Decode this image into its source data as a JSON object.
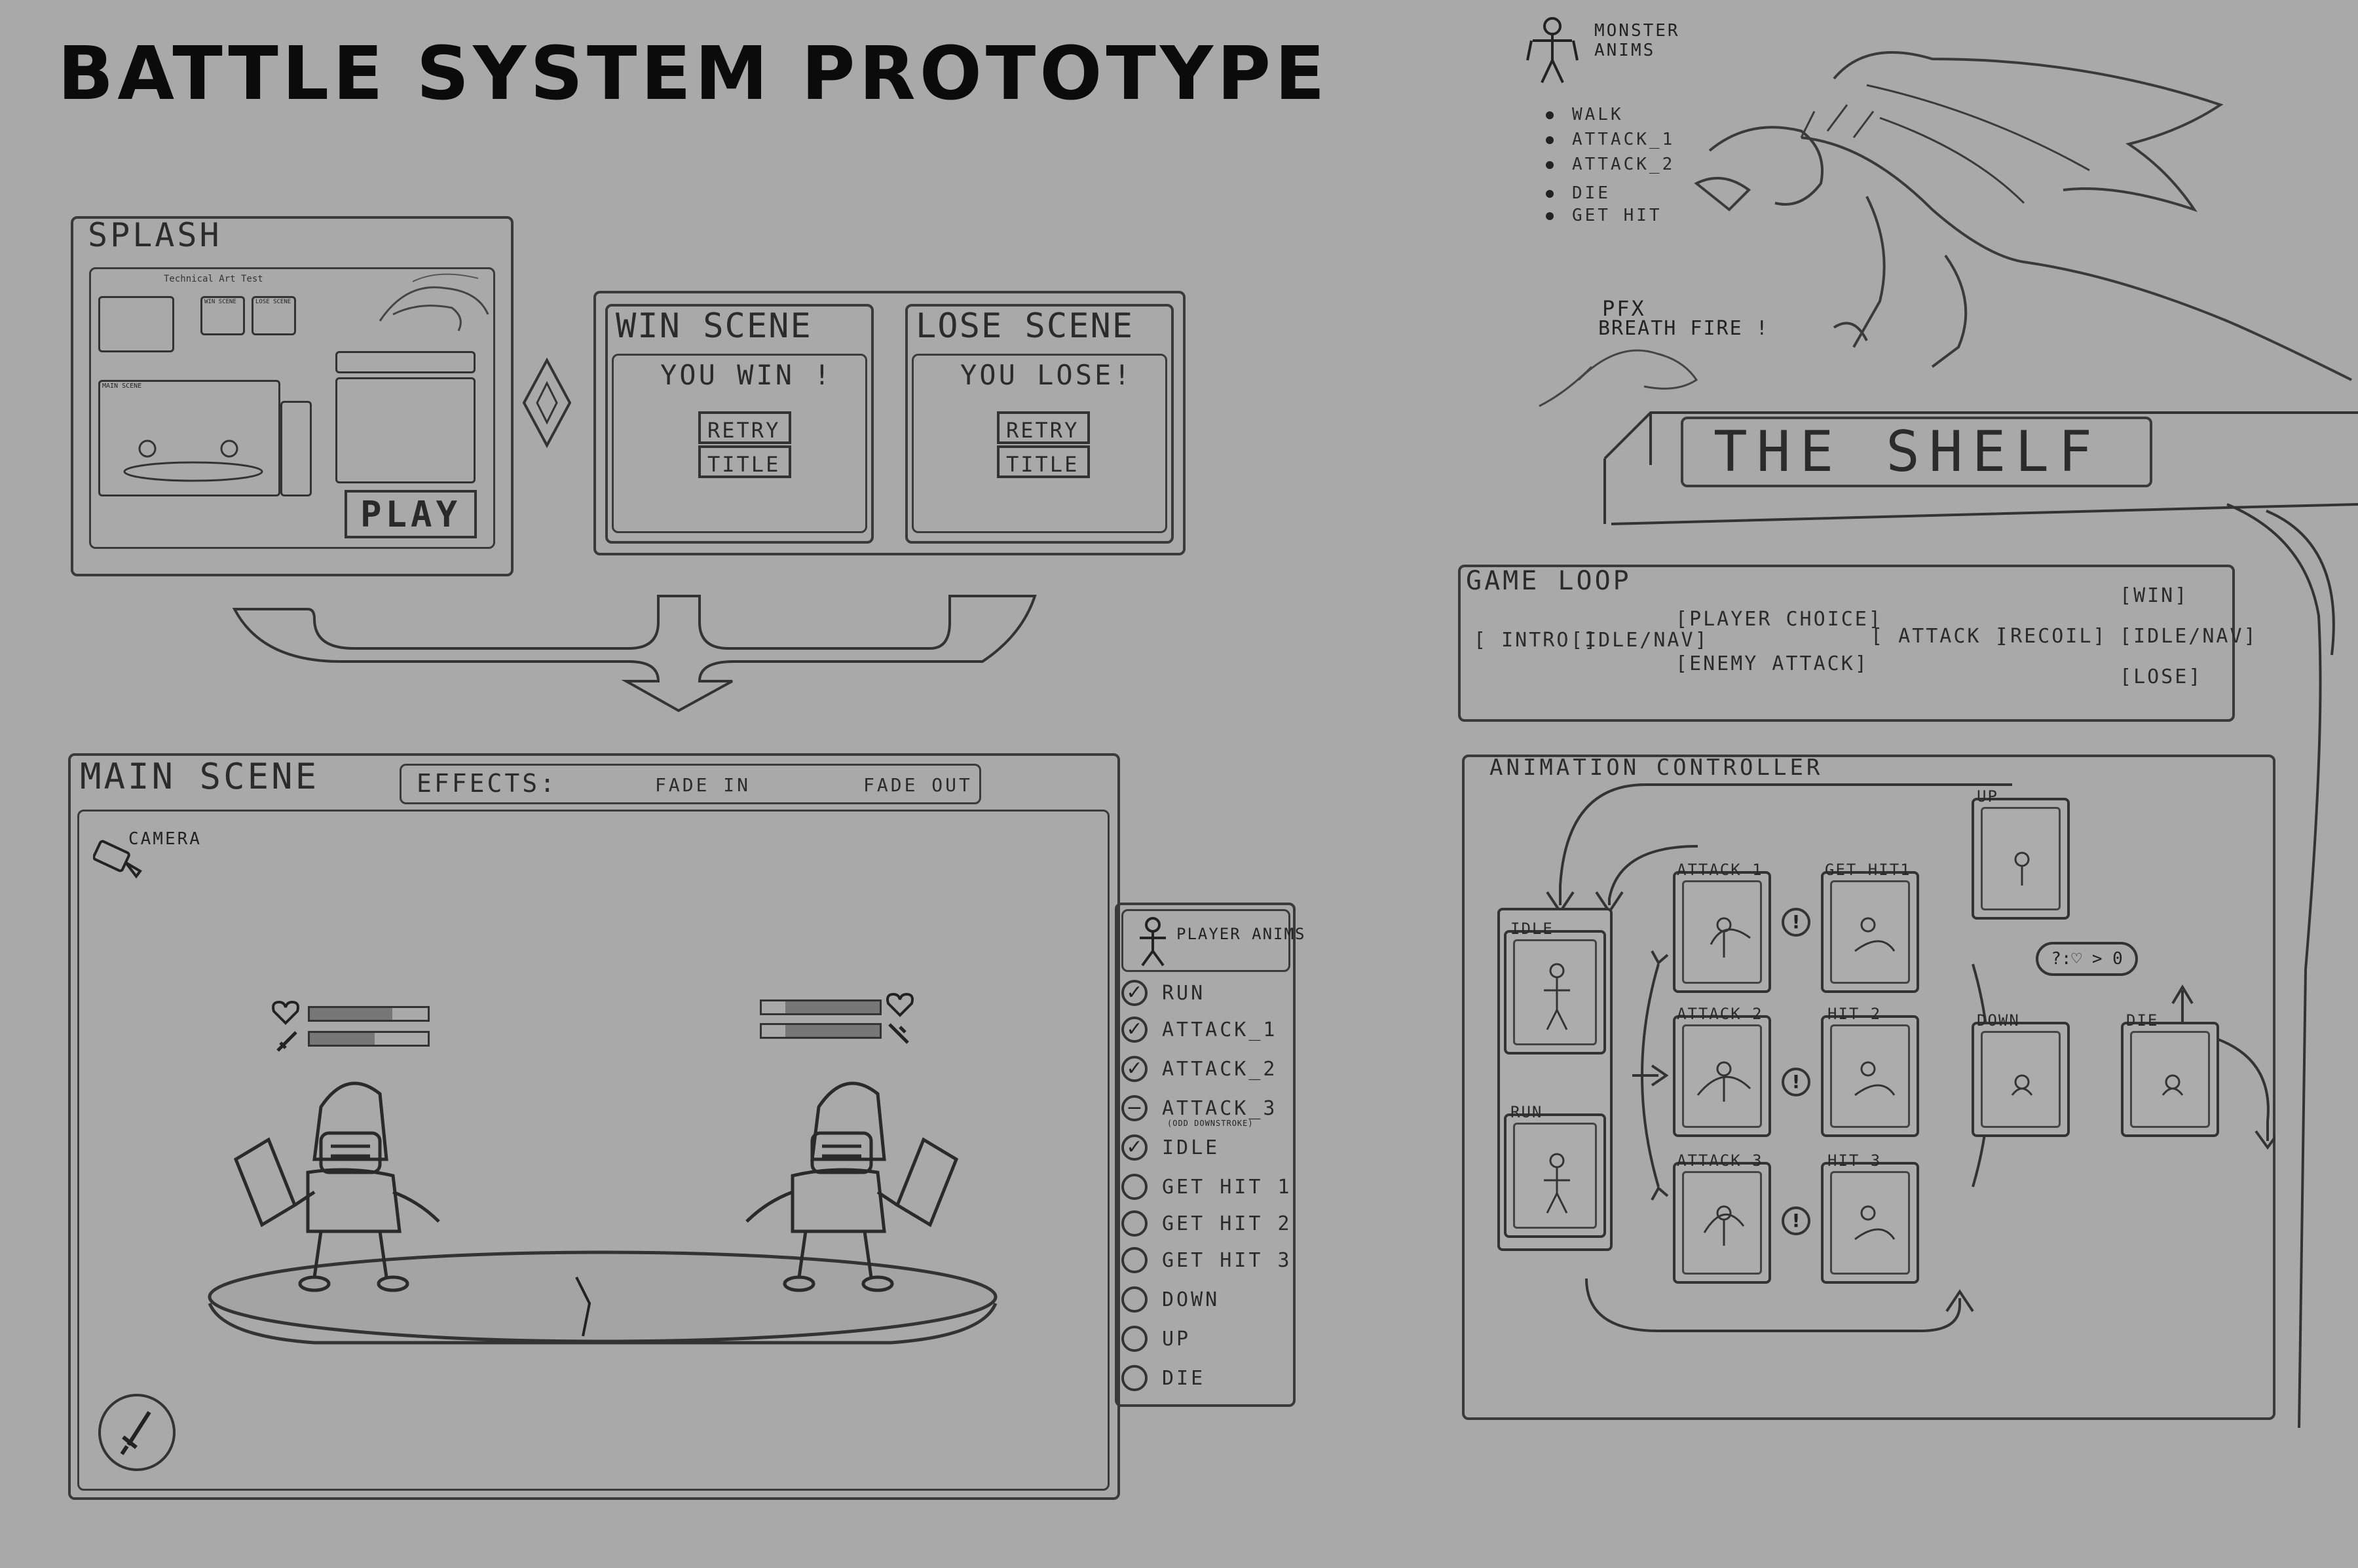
{
  "title": "BATTLE SYSTEM PROTOTYPE",
  "splash": {
    "label": "SPLASH",
    "thumb_title": "Technical Art Test",
    "thumb_win": "WIN SCENE",
    "thumb_lose": "LOSE SCENE",
    "thumb_main": "MAIN SCENE",
    "play_button": "PLAY"
  },
  "win_scene": {
    "label": "WIN SCENE",
    "message": "YOU WIN !",
    "retry": "RETRY",
    "title_btn": "TITLE"
  },
  "lose_scene": {
    "label": "LOSE SCENE",
    "message": "YOU LOSE!",
    "retry": "RETRY",
    "title_btn": "TITLE"
  },
  "main_scene": {
    "label": "MAIN SCENE",
    "effects_label": "EFFECTS:",
    "fade_in": "FADE IN",
    "fade_out": "FADE OUT",
    "camera": "CAMERA"
  },
  "player_anims": {
    "header": "PLAYER ANIMS",
    "items": [
      {
        "label": "RUN",
        "done": true
      },
      {
        "label": "ATTACK_1",
        "done": true
      },
      {
        "label": "ATTACK_2",
        "done": true
      },
      {
        "label": "ATTACK_3",
        "note": "(ODD DOWNSTROKE)",
        "done": false,
        "partial": true
      },
      {
        "label": "IDLE",
        "done": true
      },
      {
        "label": "GET HIT 1",
        "done": false
      },
      {
        "label": "GET HIT 2",
        "done": false
      },
      {
        "label": "GET HIT 3",
        "done": false
      },
      {
        "label": "DOWN",
        "done": false
      },
      {
        "label": "UP",
        "done": false
      },
      {
        "label": "DIE",
        "done": false
      }
    ]
  },
  "monster_anims": {
    "header_1": "MONSTER",
    "header_2": "ANIMS",
    "items": [
      "WALK",
      "ATTACK_1",
      "ATTACK_2",
      "DIE",
      "GET HIT"
    ],
    "pfx_1": "PFX",
    "pfx_2": "BREATH FIRE !"
  },
  "shelf": {
    "label": "THE SHELF"
  },
  "game_loop": {
    "label": "GAME LOOP",
    "intro": "INTRO",
    "idle_nav": "IDLE/NAV",
    "player_choice": "PLAYER CHOICE",
    "enemy_attack": "ENEMY ATTACK",
    "attack": "ATTACK",
    "recoil": "RECOIL",
    "win": "WIN",
    "idle_nav_2": "IDLE/NAV",
    "lose": "LOSE"
  },
  "anim_controller": {
    "label": "ANIMATION CONTROLLER",
    "states": {
      "idle": "IDLE",
      "run": "RUN",
      "attack1": "ATTACK 1",
      "attack2": "ATTACK 2",
      "attack3": "ATTACK 3",
      "gethit1": "GET HIT1",
      "hit2": "HIT 2",
      "hit3": "HIT 3",
      "up": "UP",
      "down": "DOWN",
      "die": "DIE"
    },
    "condition": "?:♡ > 0",
    "alert": "!"
  },
  "colors": {
    "background": "#a9a9a9",
    "ink": "#333333",
    "title": "#0b0b0b"
  }
}
